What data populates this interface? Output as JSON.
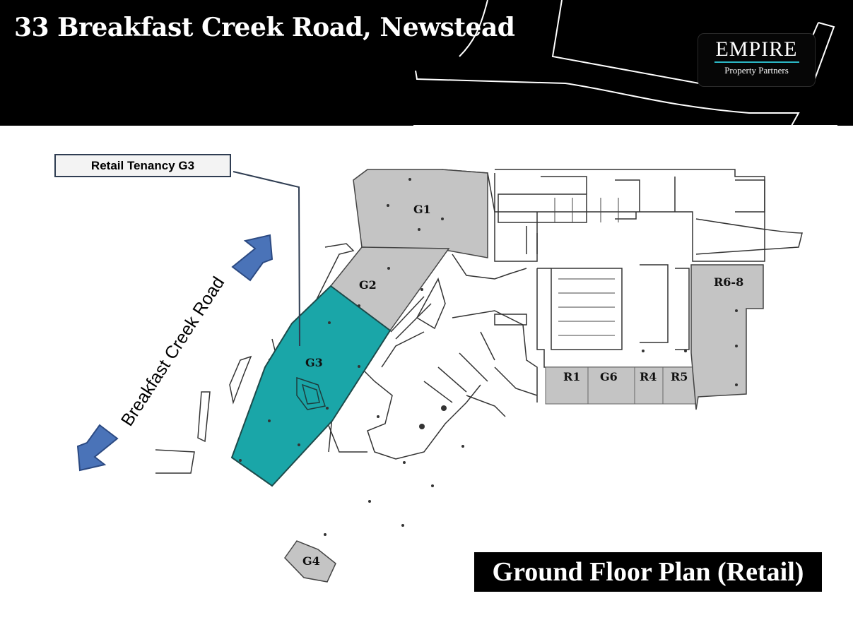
{
  "header": {
    "title": "33 Breakfast Creek Road, Newstead",
    "logo": {
      "name": "EMPIRE",
      "subtitle": "Property Partners",
      "accent_color": "#2bb7c5"
    }
  },
  "callout": {
    "label": "Retail Tenancy G3"
  },
  "road": {
    "label": "Breakfast Creek Road"
  },
  "plan": {
    "title": "Ground Floor Plan (Retail)",
    "highlight_color": "#1aa6a8",
    "tenancy_color": "#c4c4c4",
    "units": {
      "g1": "G1",
      "g2": "G2",
      "g3": "G3",
      "g4": "G4",
      "g6": "G6",
      "r1": "R1",
      "r4": "R4",
      "r5": "R5",
      "r68": "R6-8"
    }
  },
  "colors": {
    "arrow": "#4a73b8",
    "header_bg": "#000000"
  }
}
